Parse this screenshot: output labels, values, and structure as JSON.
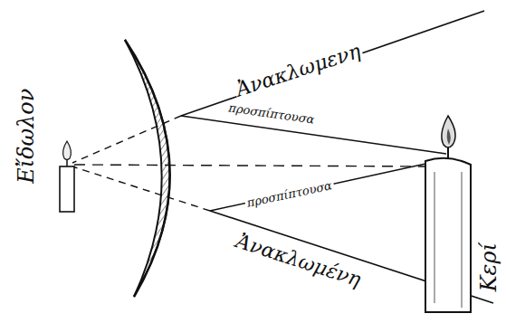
{
  "diagram": {
    "labels": [
      "Εἴδωλον",
      "Κερί",
      "Ἀνακλωμενη",
      "προσπίπτουσα",
      "προσπίπτουσα",
      "Ἀνακλωμένη"
    ]
  }
}
